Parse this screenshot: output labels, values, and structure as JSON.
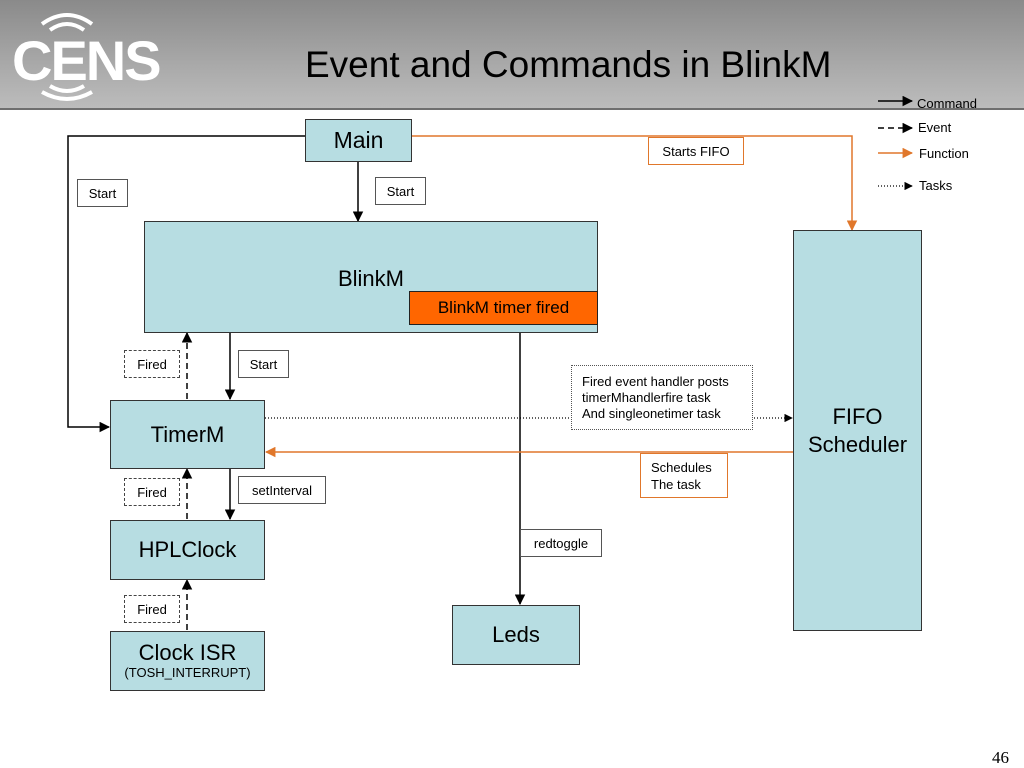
{
  "header": {
    "logo_text": "CENS",
    "title": "Event and Commands in BlinkM"
  },
  "legend": {
    "command": "Command",
    "event": "Event",
    "function": "Function",
    "tasks": "Tasks"
  },
  "nodes": {
    "main": "Main",
    "blinkm": "BlinkM",
    "blinkm_timer_fired": "BlinkM timer fired",
    "timerm": "TimerM",
    "hplclock": "HPLClock",
    "clock_isr": "Clock ISR",
    "clock_isr_sub": "(TOSH_INTERRUPT)",
    "leds": "Leds",
    "fifo_line1": "FIFO",
    "fifo_line2": "Scheduler"
  },
  "edge_labels": {
    "start_left": "Start",
    "start_main": "Start",
    "start_blinkm": "Start",
    "fired_blinkm": "Fired",
    "fired_timerm": "Fired",
    "fired_hplclock": "Fired",
    "set_interval": "setInterval",
    "redtoggle": "redtoggle",
    "starts_fifo": "Starts FIFO",
    "fired_handler_line1": "Fired event handler posts",
    "fired_handler_line2": "timerMhandlerfire task",
    "fired_handler_line3": "And singleonetimer task",
    "schedules_line1": "Schedules",
    "schedules_line2": "The task"
  },
  "colors": {
    "node_fill": "#b7dde2",
    "highlight_fill": "#ff6600",
    "function_line": "#e0772b",
    "line": "#000000"
  },
  "page_number": "46"
}
